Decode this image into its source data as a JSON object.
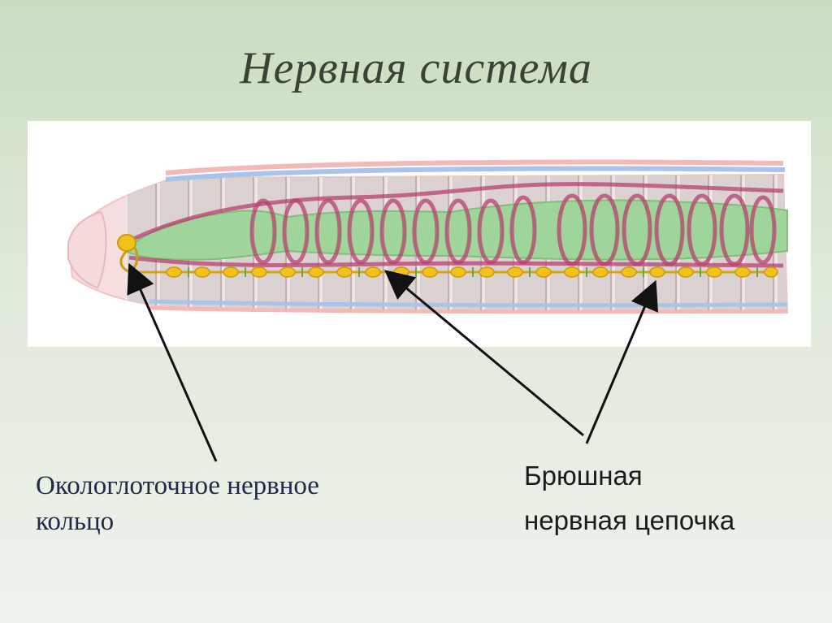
{
  "slide": {
    "title": "Нервная система"
  },
  "labels": {
    "ring_line1": "Окологлоточное нервное",
    "ring_line2": "кольцо",
    "chain_line1": "Брюшная",
    "chain_line2": "нервная цепочка"
  },
  "colors": {
    "background": "#d6e4cf",
    "title": "#3a4436",
    "gut": "#8fce8a",
    "blood_vessel": "#b5406e",
    "nerve": "#f2c21b",
    "body_outline": "#f3b9b9",
    "skin_blue": "#a9c3ea"
  },
  "icons": {
    "ring_arrow": "arrow-icon",
    "chain_arrows": "arrow-icon"
  }
}
